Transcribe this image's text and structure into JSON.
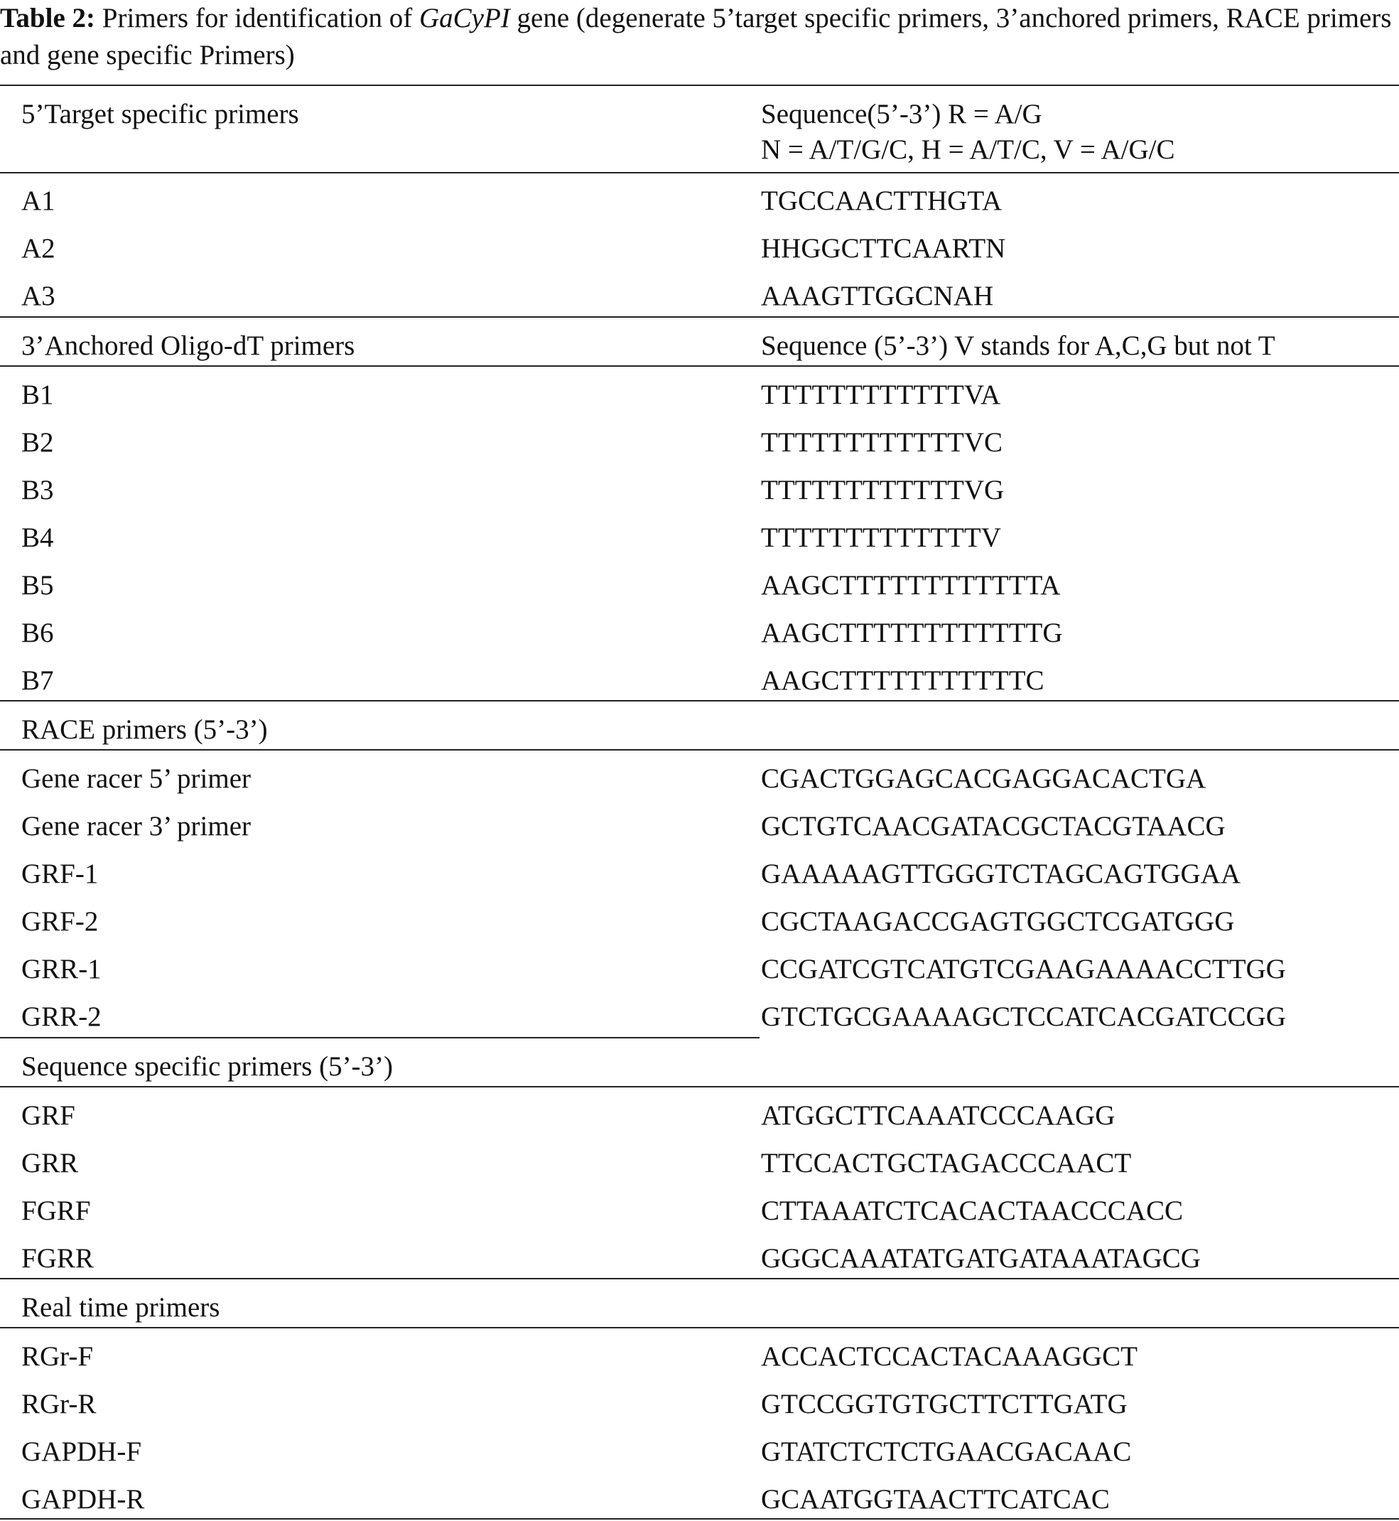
{
  "caption": {
    "label": "Table 2:",
    "text_before": "Primers for identification of ",
    "gene": "GaCyPI",
    "text_after": " gene (degenerate 5’target specific primers, 3’anchored primers, RACE primers and gene specific Primers)"
  },
  "header": {
    "col1": "5’Target specific primers",
    "col2_line1": "Sequence(5’-3’) R = A/G",
    "col2_line2": "N = A/T/G/C, H = A/T/C, V = A/G/C"
  },
  "section_a": {
    "rows": [
      {
        "name": "A1",
        "seq": "TGCCAACTTHGTA"
      },
      {
        "name": "A2",
        "seq": "HHGGCTTCAARTN"
      },
      {
        "name": "A3",
        "seq": "AAAGTTGGCNAH"
      }
    ]
  },
  "section_b": {
    "title": "3’Anchored Oligo-dT primers",
    "col2": "Sequence (5’-3’) V stands for A,C,G but not T",
    "rows": [
      {
        "name": "B1",
        "seq": "TTTTTTTTTTTTVA"
      },
      {
        "name": "B2",
        "seq": "TTTTTTTTTTTTVC"
      },
      {
        "name": "B3",
        "seq": "TTTTTTTTTTTTVG"
      },
      {
        "name": "B4",
        "seq": "TTTTTTTTTTTTTV"
      },
      {
        "name": "B5",
        "seq": "AAGCTTTTTTTTTTTTA"
      },
      {
        "name": "B6",
        "seq": "AAGCTTTTTTTTTTTTG"
      },
      {
        "name": "B7",
        "seq": "AAGCTTTTTTTTTTTC"
      }
    ]
  },
  "section_race": {
    "title": "RACE primers (5’-3’)",
    "rows": [
      {
        "name": "Gene racer 5’ primer",
        "seq": "CGACTGGAGCACGAGGACACTGA"
      },
      {
        "name": "Gene racer 3’ primer",
        "seq": "GCTGTCAACGATACGCTACGTAACG"
      },
      {
        "name": "GRF-1",
        "seq": "GAAAAAGTTGGGTCTAGCAGTGGAA"
      },
      {
        "name": "GRF-2",
        "seq": "CGCTAAGACCGAGTGGCTCGATGGG"
      },
      {
        "name": "GRR-1",
        "seq": "CCGATCGTCATGTCGAAGAAAACCTTGG"
      },
      {
        "name": "GRR-2",
        "seq": "GTCTGCGAAAAGCTCCATCACGATCCGG"
      }
    ]
  },
  "section_seq": {
    "title": "Sequence specific primers (5’-3’)",
    "rows": [
      {
        "name": "GRF",
        "seq": "ATGGCTTCAAATCCCAAGG"
      },
      {
        "name": "GRR",
        "seq": "TTCCACTGCTAGACCCAACT"
      },
      {
        "name": "FGRF",
        "seq": "CTTAAATCTCACACTAACCCACC"
      },
      {
        "name": "FGRR",
        "seq": "GGGCAAATATGATGATAAATAGCG"
      }
    ]
  },
  "section_rt": {
    "title": "Real time primers",
    "rows": [
      {
        "name": "RGr-F",
        "seq": "ACCACTCCACTACAAAGGCT"
      },
      {
        "name": "RGr-R",
        "seq": "GTCCGGTGTGCTTCTTGATG"
      },
      {
        "name": "GAPDH-F",
        "seq": "GTATCTCTCTGAACGACAAC"
      },
      {
        "name": "GAPDH-R",
        "seq": "GCAATGGTAACTTCATCAC"
      }
    ]
  }
}
